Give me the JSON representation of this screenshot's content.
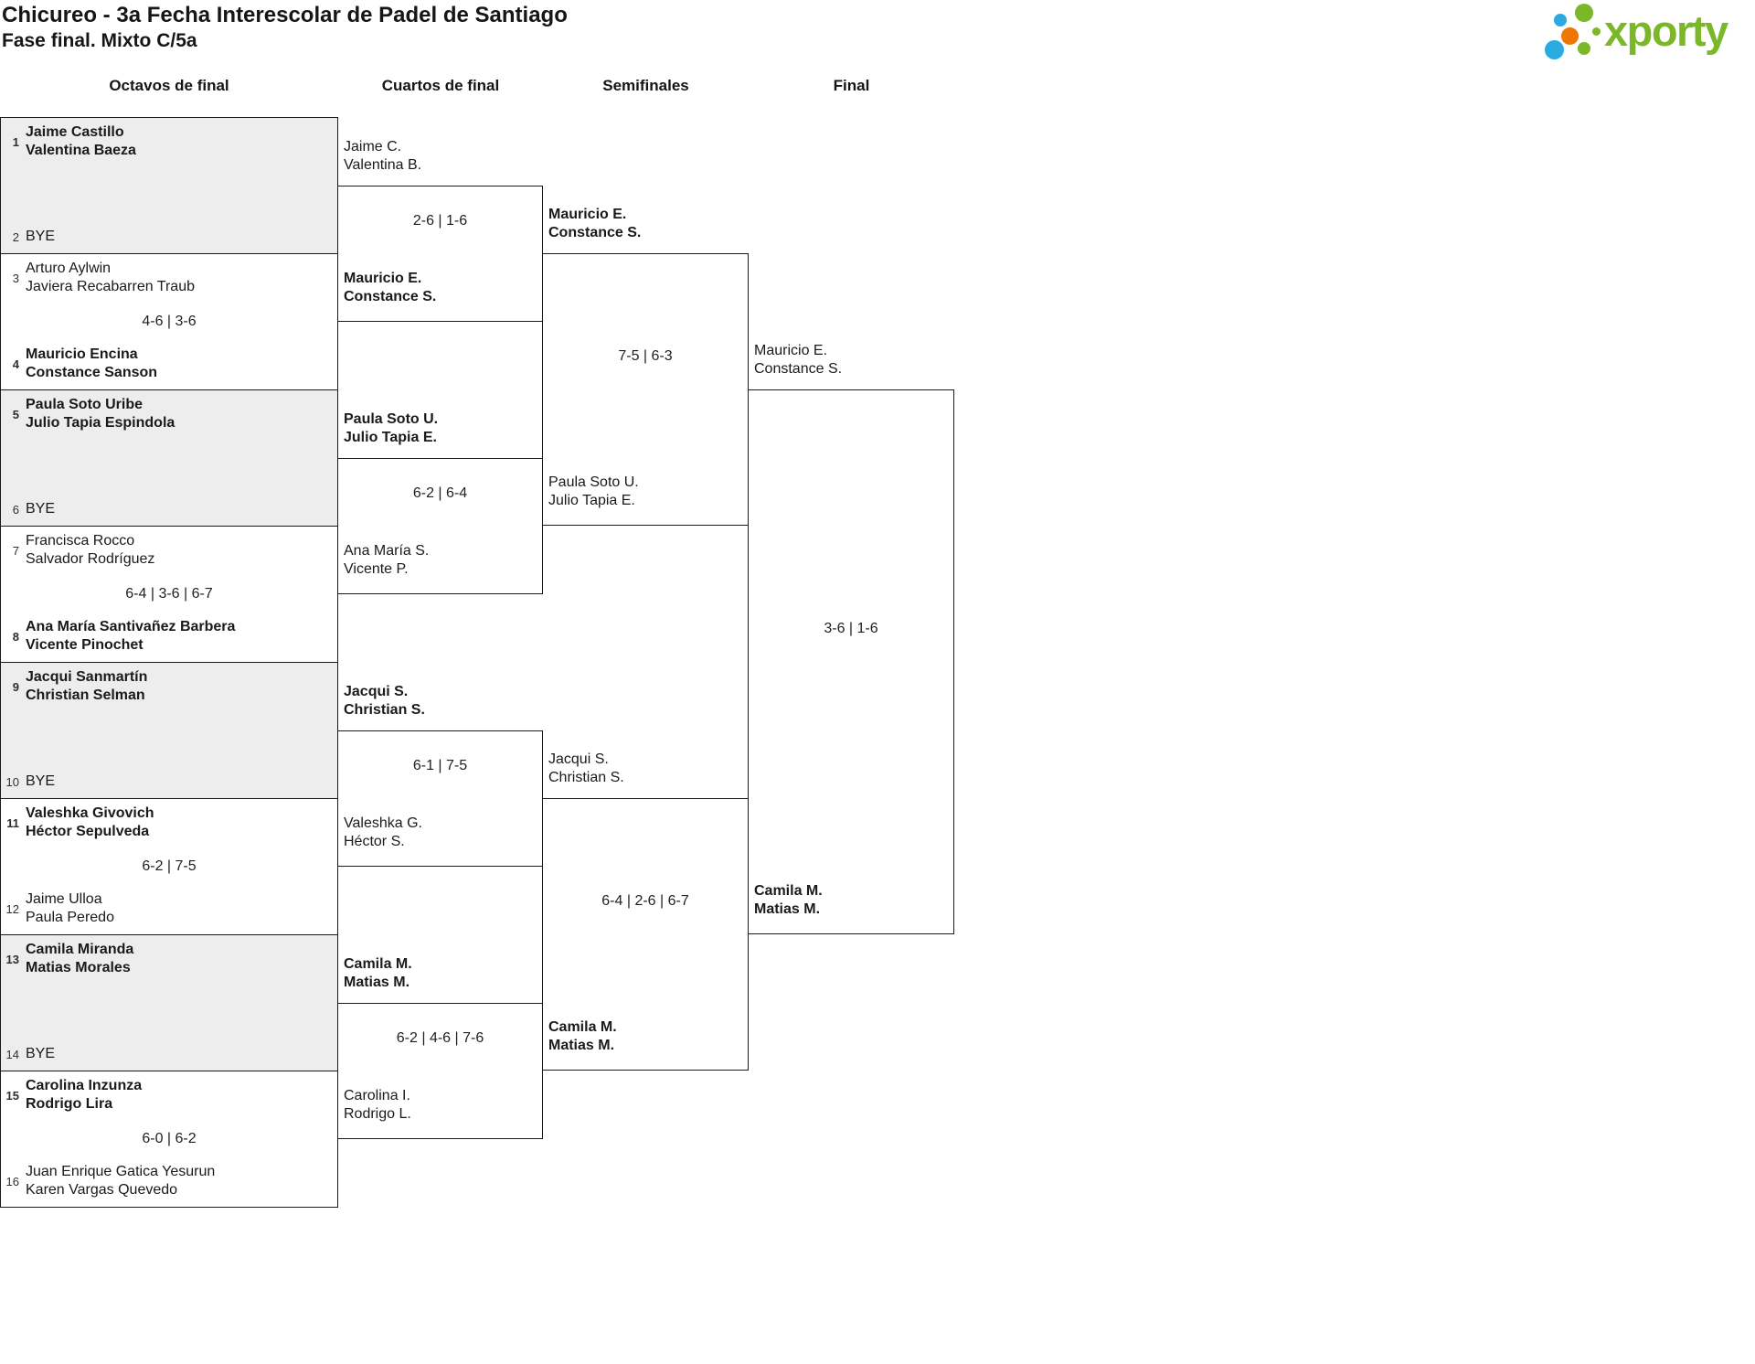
{
  "header": {
    "title": "Chicureo - 3a Fecha Interescolar de Padel de Santiago",
    "subtitle": "Fase final. Mixto C/5a"
  },
  "logo": {
    "text": "xporty",
    "brand_green": "#7AB829",
    "brand_blue": "#2BA9E1",
    "brand_orange": "#EE7601"
  },
  "columns": [
    "Octavos de final",
    "Cuartos de final",
    "Semifinales",
    "Final"
  ],
  "colors": {
    "bye_background": "#EDEDED",
    "line": "#1A1A1A"
  },
  "rounds": {
    "octavos": [
      {
        "bye": true,
        "score": "",
        "top": {
          "seed": "1",
          "bold": true,
          "lines": [
            "Jaime Castillo",
            "Valentina Baeza"
          ]
        },
        "bottom": {
          "seed": "2",
          "bold": false,
          "lines": [
            "BYE"
          ]
        }
      },
      {
        "bye": false,
        "score": "4-6 | 3-6",
        "top": {
          "seed": "3",
          "bold": false,
          "lines": [
            "Arturo Aylwin",
            "Javiera Recabarren Traub"
          ]
        },
        "bottom": {
          "seed": "4",
          "bold": true,
          "lines": [
            "Mauricio Encina",
            "Constance Sanson"
          ]
        }
      },
      {
        "bye": true,
        "score": "",
        "top": {
          "seed": "5",
          "bold": true,
          "lines": [
            "Paula Soto Uribe",
            "Julio Tapia Espindola"
          ]
        },
        "bottom": {
          "seed": "6",
          "bold": false,
          "lines": [
            "BYE"
          ]
        }
      },
      {
        "bye": false,
        "score": "6-4 | 3-6 | 6-7",
        "top": {
          "seed": "7",
          "bold": false,
          "lines": [
            "Francisca Rocco",
            "Salvador Rodríguez"
          ]
        },
        "bottom": {
          "seed": "8",
          "bold": true,
          "lines": [
            "Ana María Santivañez Barbera",
            "Vicente Pinochet"
          ]
        }
      },
      {
        "bye": true,
        "score": "",
        "top": {
          "seed": "9",
          "bold": true,
          "lines": [
            "Jacqui Sanmartín",
            "Christian Selman"
          ]
        },
        "bottom": {
          "seed": "10",
          "bold": false,
          "lines": [
            "BYE"
          ]
        }
      },
      {
        "bye": false,
        "score": "6-2 | 7-5",
        "top": {
          "seed": "11",
          "bold": true,
          "lines": [
            "Valeshka Givovich",
            "Héctor Sepulveda"
          ]
        },
        "bottom": {
          "seed": "12",
          "bold": false,
          "lines": [
            "Jaime Ulloa",
            "Paula Peredo"
          ]
        }
      },
      {
        "bye": true,
        "score": "",
        "top": {
          "seed": "13",
          "bold": true,
          "lines": [
            "Camila Miranda",
            "Matias Morales"
          ]
        },
        "bottom": {
          "seed": "14",
          "bold": false,
          "lines": [
            "BYE"
          ]
        }
      },
      {
        "bye": false,
        "score": "6-0 | 6-2",
        "top": {
          "seed": "15",
          "bold": true,
          "lines": [
            "Carolina Inzunza",
            "Rodrigo Lira"
          ]
        },
        "bottom": {
          "seed": "16",
          "bold": false,
          "lines": [
            "Juan Enrique Gatica Yesurun",
            "Karen Vargas Quevedo"
          ]
        }
      }
    ],
    "cuartos": [
      {
        "score": "2-6 | 1-6",
        "top": {
          "bold": false,
          "lines": [
            "Jaime C.",
            "Valentina B."
          ]
        },
        "bottom": {
          "bold": true,
          "lines": [
            "Mauricio E.",
            "Constance S."
          ]
        }
      },
      {
        "score": "6-2 | 6-4",
        "top": {
          "bold": true,
          "lines": [
            "Paula Soto U.",
            "Julio Tapia E."
          ]
        },
        "bottom": {
          "bold": false,
          "lines": [
            "Ana María S.",
            "Vicente P."
          ]
        }
      },
      {
        "score": "6-1 | 7-5",
        "top": {
          "bold": true,
          "lines": [
            "Jacqui S.",
            "Christian S."
          ]
        },
        "bottom": {
          "bold": false,
          "lines": [
            "Valeshka G.",
            "Héctor S."
          ]
        }
      },
      {
        "score": "6-2 | 4-6 | 7-6",
        "top": {
          "bold": true,
          "lines": [
            "Camila M.",
            "Matias M."
          ]
        },
        "bottom": {
          "bold": false,
          "lines": [
            "Carolina I.",
            "Rodrigo L."
          ]
        }
      }
    ],
    "semifinales": [
      {
        "score": "7-5 | 6-3",
        "top": {
          "bold": true,
          "lines": [
            "Mauricio E.",
            "Constance S."
          ]
        },
        "bottom": {
          "bold": false,
          "lines": [
            "Paula Soto U.",
            "Julio Tapia E."
          ]
        }
      },
      {
        "score": "6-4 | 2-6 | 6-7",
        "top": {
          "bold": false,
          "lines": [
            "Jacqui S.",
            "Christian S."
          ]
        },
        "bottom": {
          "bold": true,
          "lines": [
            "Camila M.",
            "Matias M."
          ]
        }
      }
    ],
    "final": {
      "score": "3-6 | 1-6",
      "top": {
        "bold": false,
        "lines": [
          "Mauricio E.",
          "Constance S."
        ]
      },
      "bottom": {
        "bold": true,
        "lines": [
          "Camila M.",
          "Matias M."
        ]
      }
    }
  }
}
